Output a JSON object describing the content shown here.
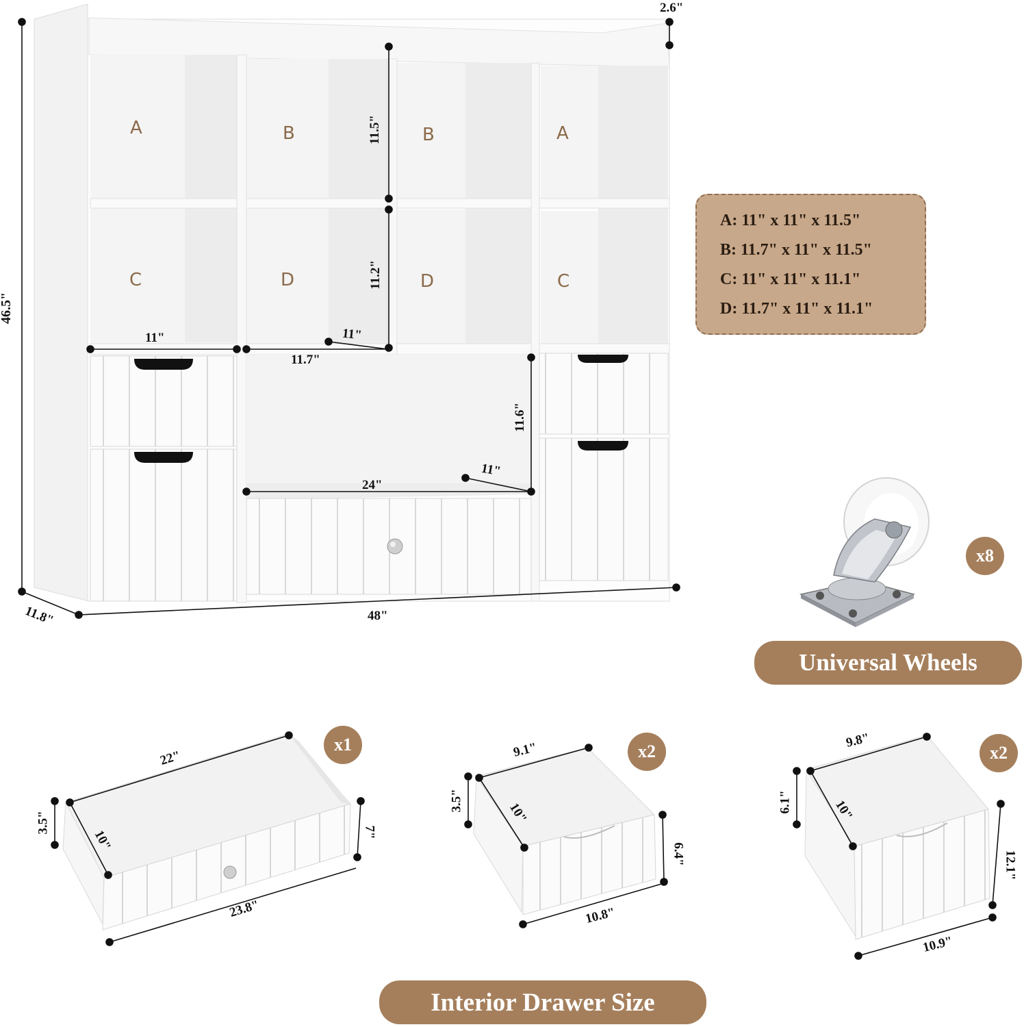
{
  "cabinet": {
    "cube_letters": [
      "A",
      "B",
      "B",
      "A",
      "C",
      "D",
      "D",
      "C"
    ],
    "dimensions": {
      "height_total": "46.5\"",
      "depth_total": "11.8\"",
      "width_total": "48\"",
      "top_rail": "2.6\"",
      "upper_cube_height": "11.5\"",
      "lower_cube_height": "11.2\"",
      "cube_a_width": "11\"",
      "cube_b_depth": "11\"",
      "cube_b_width": "11.7\"",
      "center_opening_height": "11.6\"",
      "center_opening_depth": "11\"",
      "center_opening_width": "24\""
    }
  },
  "legend": [
    "A: 11\" x 11\" x 11.5\"",
    "B: 11.7\" x 11\" x 11.5\"",
    "C: 11\" x 11\" x 11.1\"",
    "D: 11.7\" x 11\" x 11.1\""
  ],
  "wheels": {
    "count_badge": "x8",
    "label": "Universal Wheels"
  },
  "drawers": [
    {
      "count_badge": "x1",
      "back_width": "22\"",
      "depth": "10\"",
      "side_height": "3.5\"",
      "front_height": "7\"",
      "front_width": "23.8\""
    },
    {
      "count_badge": "x2",
      "back_width": "9.1\"",
      "depth": "10\"",
      "side_height": "3.5\"",
      "front_height": "6.4\"",
      "front_width": "10.8\""
    },
    {
      "count_badge": "x2",
      "back_width": "9.8\"",
      "depth": "10\"",
      "side_height": "6.1\"",
      "front_height": "12.1\"",
      "front_width": "10.9\""
    }
  ],
  "footer_label": "Interior Drawer Size",
  "colors": {
    "accent_brown": "#a57f5c",
    "legend_fill": "#c8a88a",
    "letter_brown": "#8b6a4a"
  }
}
